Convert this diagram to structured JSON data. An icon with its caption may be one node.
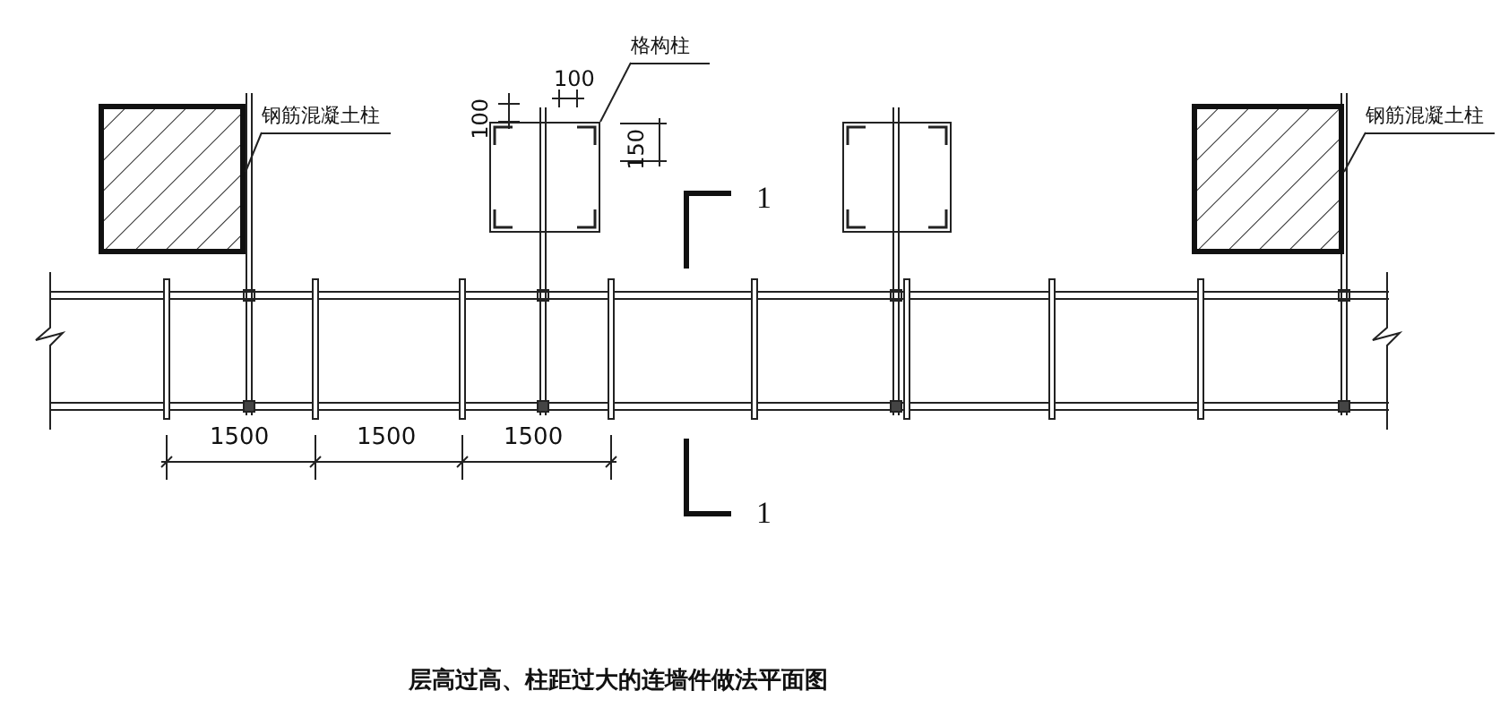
{
  "diagram": {
    "caption": "层高过高、柱距过大的连墙件做法平面图",
    "nodes": [
      {
        "text": [
          "钢筋混凝土柱"
        ]
      },
      {
        "text": [],
        "shape": "box"
      },
      {
        "text": [
          "格构柱"
        ]
      },
      {
        "text": [],
        "shape": "box"
      },
      {
        "text": [],
        "shape": "box"
      },
      {
        "text": [
          "钢筋混凝土柱"
        ]
      },
      {
        "text": [],
        "shape": "box"
      }
    ],
    "edges": [
      {
        "from": 0,
        "to": 1,
        "arrow": "none"
      },
      {
        "from": 2,
        "to": 3,
        "arrow": "none"
      },
      {
        "from": 5,
        "to": 6,
        "arrow": "none"
      }
    ],
    "labels": [
      "100",
      "100",
      "150",
      "1",
      "1",
      "1500",
      "1500",
      "1500"
    ]
  }
}
